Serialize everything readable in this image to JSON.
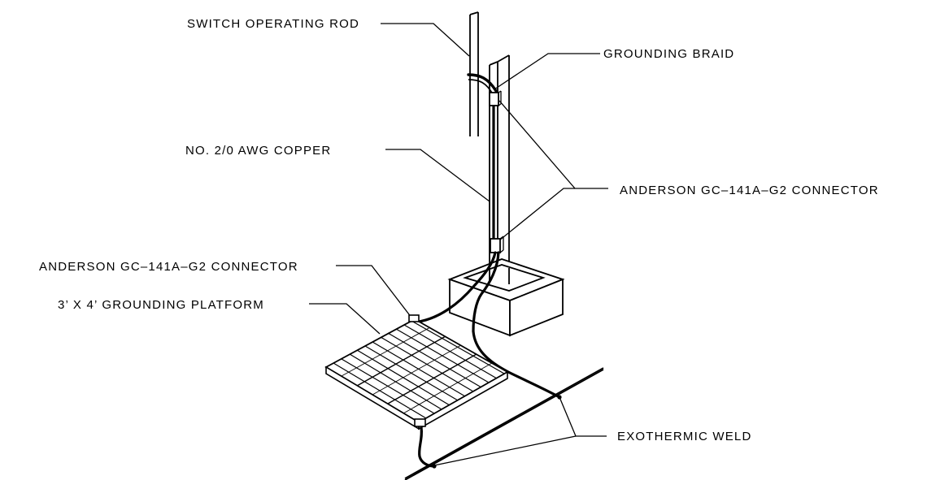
{
  "labels": {
    "switch_operating_rod": "SWITCH OPERATING ROD",
    "grounding_braid": "GROUNDING BRAID",
    "copper": "NO. 2/0 AWG COPPER",
    "anderson_connector_right": "ANDERSON GC–141A–G2 CONNECTOR",
    "anderson_connector_left": "ANDERSON GC–141A–G2 CONNECTOR",
    "grounding_platform": "3’ X 4’ GROUNDING PLATFORM",
    "exothermic_weld": "EXOTHERMIC WELD"
  },
  "colors": {
    "line": "#000000",
    "background": "#ffffff"
  }
}
